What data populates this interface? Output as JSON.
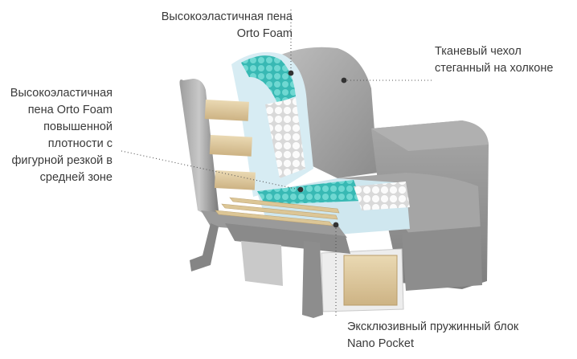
{
  "labels": {
    "foam_top": {
      "lines": [
        "Высокоэластичная пена",
        "Orto Foam"
      ]
    },
    "foam_side": {
      "lines": [
        "Высокоэластичная",
        "пена  Orto Foam",
        "повышенной",
        "плотности с",
        "фигурной резкой в",
        "средней зоне"
      ]
    },
    "cover": {
      "lines": [
        "Тканевый чехол",
        "стеганный на холконе"
      ]
    },
    "spring_block": {
      "lines": [
        "Эксклюзивный пружинный блок",
        "Nano Pocket"
      ]
    }
  },
  "colors": {
    "fabric": "#9a9a9a",
    "fabric_light": "#b3b3b3",
    "foam_light": "#cfe7ef",
    "foam_teal": "#4fc7c3",
    "springs_white": "#f2f2f2",
    "frame_metal": "#8f8f8f",
    "wood": "#e3cfa4",
    "leader_line": "#555555"
  }
}
